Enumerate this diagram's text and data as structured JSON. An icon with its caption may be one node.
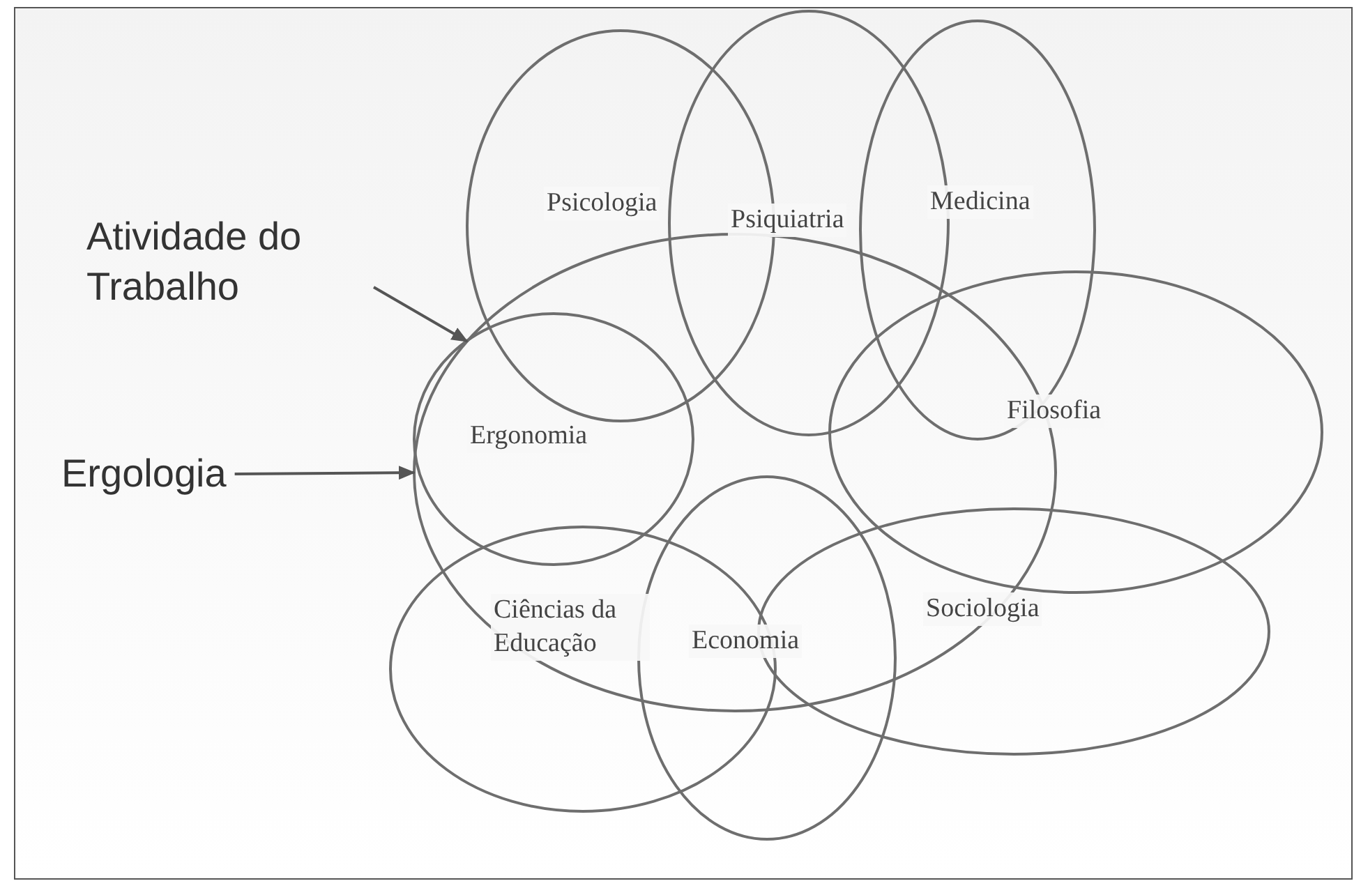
{
  "diagram": {
    "nodes": [
      {
        "text": [
          "Psicologia"
        ]
      },
      {
        "text": [
          "Psiquiatria"
        ]
      },
      {
        "text": [
          "Medicina"
        ]
      },
      {
        "text": [
          "Atividade do Trabalho"
        ]
      },
      {
        "text": [],
        "shape": "ellipse"
      },
      {
        "text": [
          "Ergonomia"
        ],
        "in": 4
      },
      {
        "text": [
          "Filosofia"
        ]
      },
      {
        "text": [
          "Ergologia"
        ]
      },
      {
        "text": [
          "Ciências da Educação"
        ]
      },
      {
        "text": [
          "Economia"
        ]
      },
      {
        "text": [
          "Sociologia"
        ]
      }
    ],
    "edges": [
      {
        "from": 3,
        "to": 4,
        "arrow": "to"
      },
      {
        "from": 7,
        "to": 4,
        "arrow": "to"
      }
    ]
  }
}
